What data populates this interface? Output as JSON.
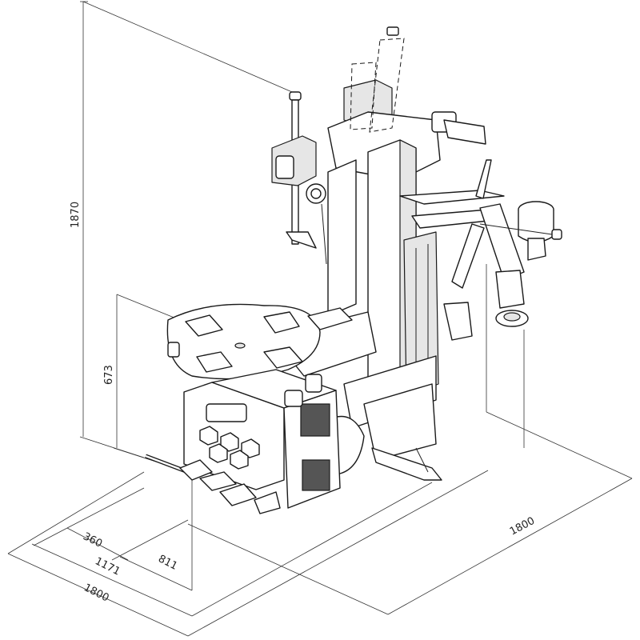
{
  "dimensions": {
    "overall_height": "1870",
    "table_height": "673",
    "width_1800_left": "1800",
    "depth_1171": "1171",
    "depth_811": "811",
    "offset_360": "360",
    "depth_1800_right": "1800"
  },
  "colors": {
    "line": "#1a1a1a",
    "background": "#ffffff",
    "fill_light": "#e6e6e6",
    "fill_dark": "#555555"
  }
}
